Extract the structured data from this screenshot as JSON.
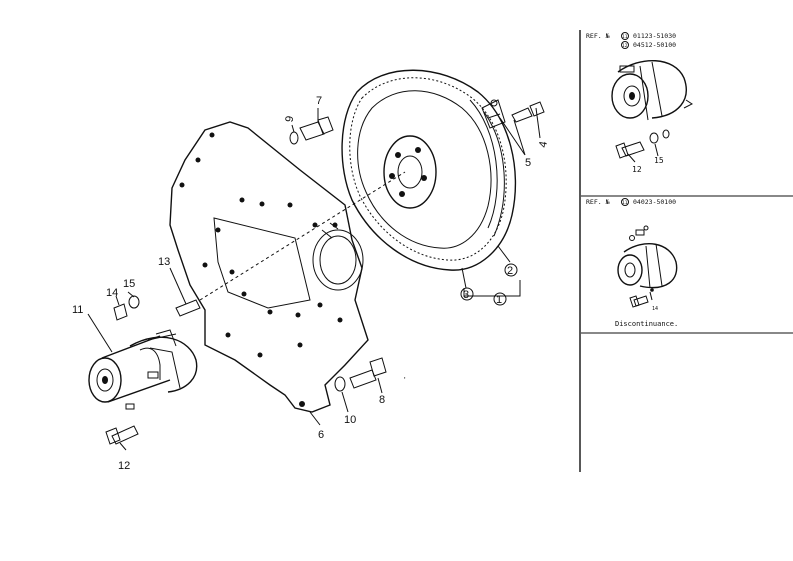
{
  "callouts": {
    "c1": "1",
    "c2": "2",
    "c3": "3",
    "c4": "4",
    "c5": "5",
    "c6": "6",
    "c7": "7",
    "c8": "8",
    "c9": "9",
    "c10": "10",
    "c11": "11",
    "c12": "12",
    "c13": "13",
    "c14": "14",
    "c15": "15"
  },
  "inset_top": {
    "ref_label": "REF. №",
    "ref1_circle": "11",
    "ref1_part": "01123-51030",
    "ref2_circle": "12",
    "ref2_part": "04512-50100",
    "callout_a": "12",
    "callout_b": "15"
  },
  "inset_bottom": {
    "ref_label": "REF. №",
    "ref_circle": "11",
    "ref_part": "04023-50100",
    "callout_a": "14",
    "note": "Discontinuance."
  },
  "colors": {
    "ink": "#111111",
    "paper": "#ffffff"
  }
}
